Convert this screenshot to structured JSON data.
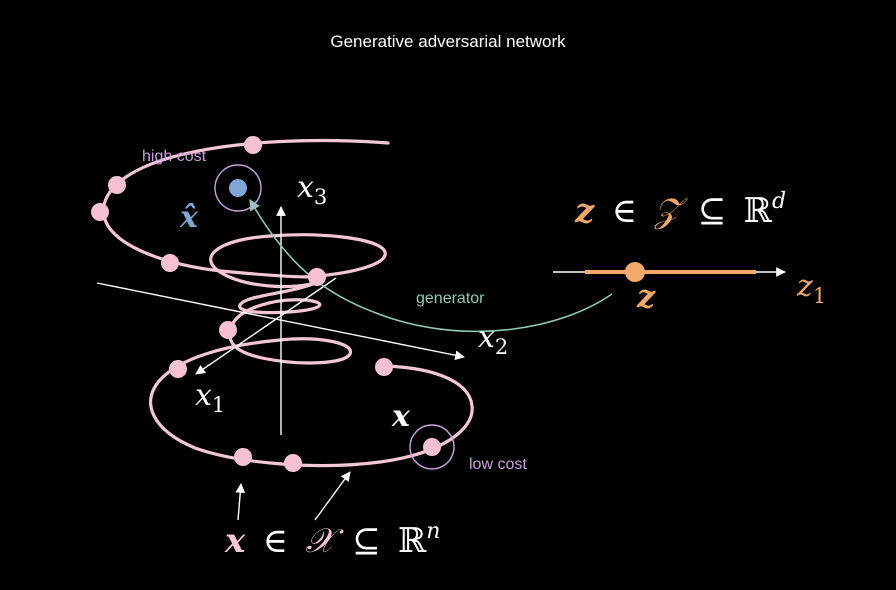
{
  "title": "Generative adversarial network",
  "labels": {
    "high_cost": "high cost",
    "low_cost": "low cost",
    "generator": "generator"
  },
  "axes": {
    "x1_base": "x",
    "x1_sub": "1",
    "x2_base": "x",
    "x2_sub": "2",
    "x3_base": "x",
    "x3_sub": "3",
    "z1_base": "z",
    "z1_sub": "1"
  },
  "symbols": {
    "x_hat": "x̂",
    "x": "x",
    "z": "z"
  },
  "formulas": {
    "latent": {
      "var": "z",
      "op1": "∈",
      "set": "𝒵",
      "op2": "⊆",
      "space": "ℝ",
      "exp": "d"
    },
    "data": {
      "var": "x",
      "op1": "∈",
      "set": "𝒳",
      "op2": "⊆",
      "space": "ℝ",
      "exp": "n"
    }
  },
  "colors": {
    "background": "#000000",
    "manifold": "#f5c6d8",
    "manifold_point": "#f7c0d3",
    "generated_point": "#7fa7d6",
    "latent": "#f4a96a",
    "generator_arrow": "#8ec9b8",
    "cost_label": "#c9a0dc",
    "axis": "#ffffff"
  }
}
